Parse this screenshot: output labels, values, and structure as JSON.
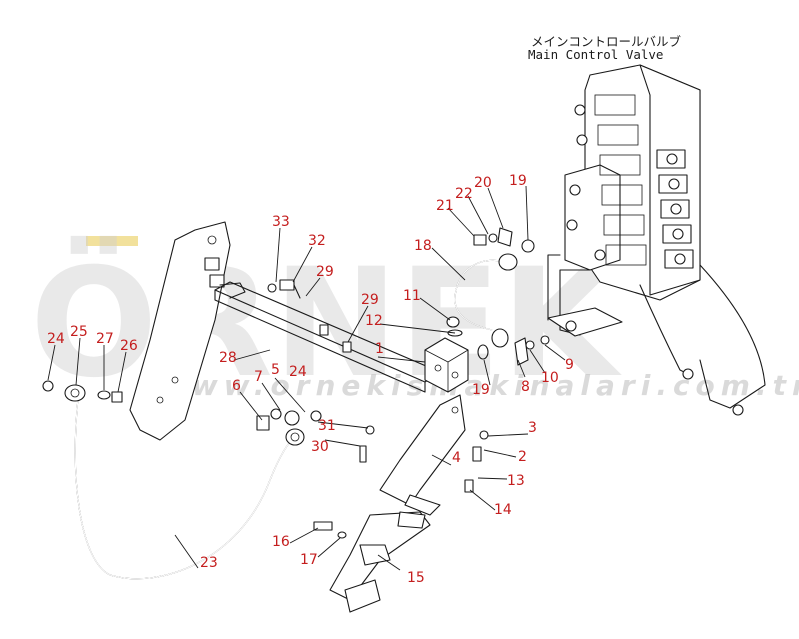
{
  "header": {
    "title_jp": "メインコントロールバルブ",
    "title_en": "Main Control Valve"
  },
  "watermark": {
    "brand": "ÖRNEK",
    "url": "www.ornekismakinalari.com.tr"
  },
  "colors": {
    "callout": "#c41e1e",
    "line": "#1a1a1a",
    "watermark": "#cfcfcf"
  },
  "callouts": {
    "c1": "1",
    "c2": "2",
    "c3": "3",
    "c4": "4",
    "c5": "5",
    "c6": "6",
    "c7": "7",
    "c8": "8",
    "c9": "9",
    "c10": "10",
    "c11": "11",
    "c12": "12",
    "c13": "13",
    "c14": "14",
    "c15": "15",
    "c16": "16",
    "c17": "17",
    "c18": "18",
    "c19a": "19",
    "c19b": "19",
    "c20": "20",
    "c21": "21",
    "c22": "22",
    "c23": "23",
    "c24a": "24",
    "c24b": "24",
    "c25": "25",
    "c26": "26",
    "c27": "27",
    "c28": "28",
    "c29a": "29",
    "c29b": "29",
    "c30": "30",
    "c31": "31",
    "c32": "32",
    "c33": "33"
  }
}
